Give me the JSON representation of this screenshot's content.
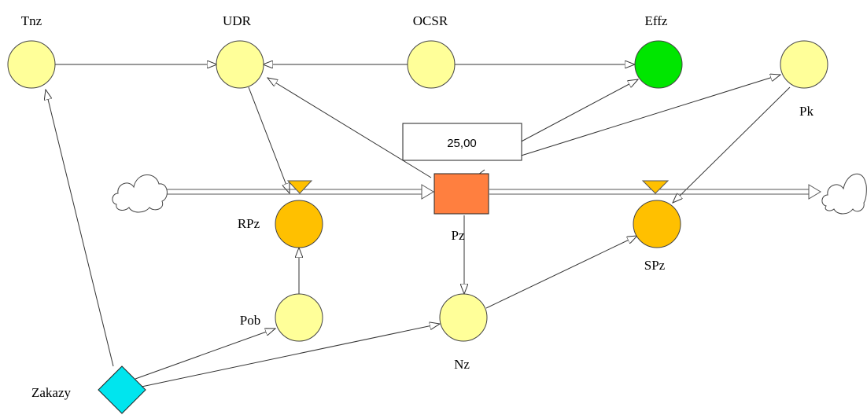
{
  "diagram": {
    "nodes": {
      "tnz": {
        "label": "Tnz",
        "kind": "auxiliary",
        "color": "#ffff99"
      },
      "udr": {
        "label": "UDR",
        "kind": "auxiliary",
        "color": "#ffff99"
      },
      "ocsr": {
        "label": "OCSR",
        "kind": "auxiliary",
        "color": "#ffff99"
      },
      "effz": {
        "label": "Effz",
        "kind": "auxiliary",
        "color": "#00e600"
      },
      "pk": {
        "label": "Pk",
        "kind": "auxiliary",
        "color": "#ffff99"
      },
      "rpz": {
        "label": "RPz",
        "kind": "flow-rate",
        "color": "#ffc000"
      },
      "spz": {
        "label": "SPz",
        "kind": "flow-rate",
        "color": "#ffc000"
      },
      "pob": {
        "label": "Pob",
        "kind": "auxiliary",
        "color": "#ffff99"
      },
      "nz": {
        "label": "Nz",
        "kind": "auxiliary",
        "color": "#ffff99"
      },
      "zakazy": {
        "label": "Zakazy",
        "kind": "constant",
        "color": "#00e5ee"
      },
      "pz": {
        "label": "Pz",
        "kind": "stock",
        "color": "#ff7f3f"
      }
    },
    "value_box": {
      "text": "25,00"
    },
    "colors": {
      "auxiliary": "#ffff99",
      "flow_valve": "#ffc000",
      "stock": "#ff7f3f",
      "cloud_fill": "#ffffff"
    }
  }
}
